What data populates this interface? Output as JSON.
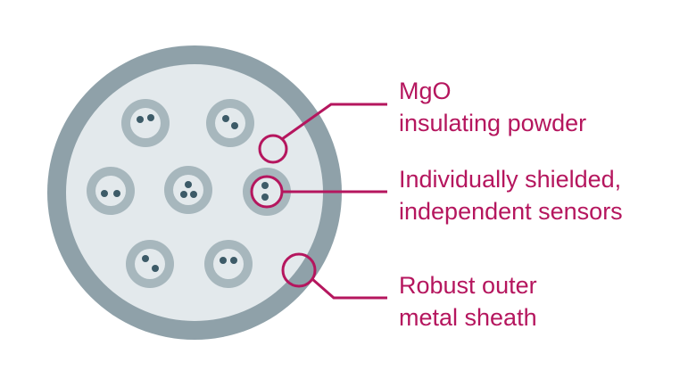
{
  "colors": {
    "sheath": "#8fa1a9",
    "fill": "#e3e9ec",
    "sensor_ring": "#a7b7bd",
    "sensor_core": "#e3e9ec",
    "wire": "#3d5b68",
    "accent": "#b5165e"
  },
  "labels": {
    "mgo": {
      "line1": "MgO",
      "line2": "insulating powder"
    },
    "sensors": {
      "line1": "Individually shielded,",
      "line2": "independent sensors"
    },
    "sheath": {
      "line1": "Robust outer",
      "line2": "metal sheath"
    }
  }
}
